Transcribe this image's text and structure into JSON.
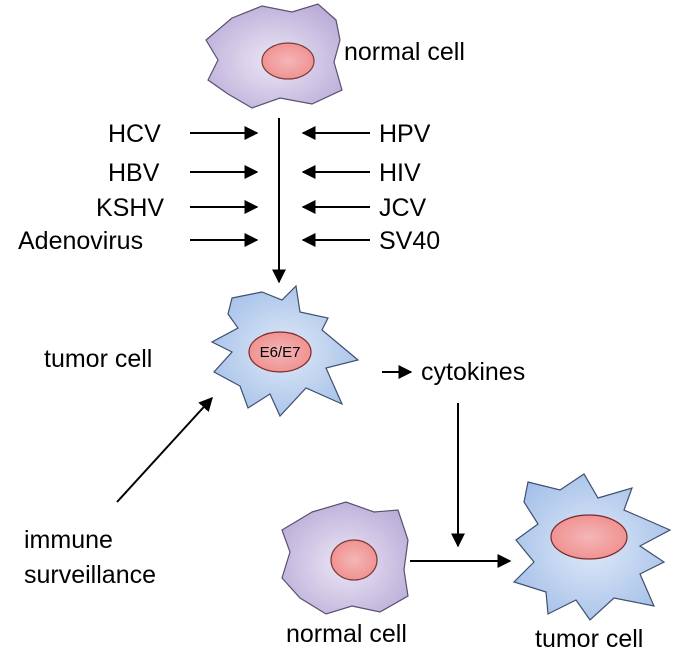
{
  "labels": {
    "normal_cell_top": "normal cell",
    "tumor_cell_mid": "tumor cell",
    "nucleus_marker": "E6/E7",
    "cytokines": "cytokines",
    "immune_line1": "immune",
    "immune_line2": "surveillance",
    "normal_cell_bottom": "normal cell",
    "tumor_cell_bottom": "tumor cell"
  },
  "viruses_left": [
    "HCV",
    "HBV",
    "KSHV",
    "Adenovirus"
  ],
  "viruses_right": [
    "HPV",
    "HIV",
    "JCV",
    "SV40"
  ],
  "colors": {
    "normal_cell_fill": "#c9bde0",
    "tumor_cell_fill": "#a9c4ea",
    "nucleus_fill": "#f2a9a9",
    "outline": "#444466"
  }
}
